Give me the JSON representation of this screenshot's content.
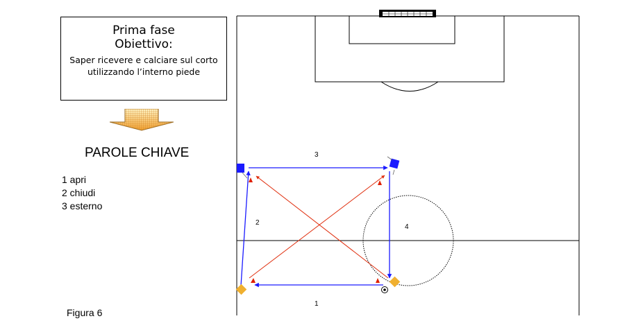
{
  "objective": {
    "title": "Prima fase",
    "subtitle": "Obiettivo:",
    "description": "Saper ricevere e calciare sul corto utilizzando l’interno piede"
  },
  "keywords": {
    "title": "PAROLE CHIAVE",
    "items": [
      "1 apri",
      "2 chiudi",
      "3 esterno"
    ]
  },
  "figure": {
    "caption": "Figura 6"
  },
  "field": {
    "labels": [
      "1",
      "2",
      "3",
      "4"
    ]
  },
  "colors": {
    "pass_arrow": "#1a1aff",
    "diagonal_arrow": "#e03010",
    "cone_marker": "#e02000",
    "player_blue": "#1a1aff",
    "player_yellow": "#f0b030"
  }
}
